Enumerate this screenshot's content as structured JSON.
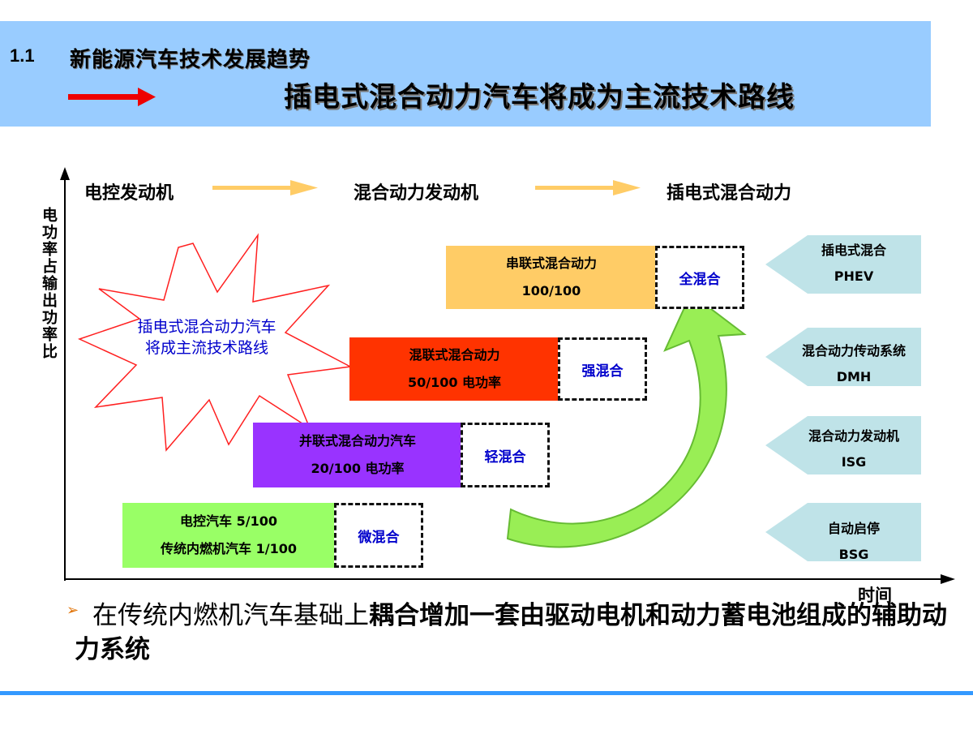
{
  "header": {
    "section_number": "1.1",
    "section_title": "新能源汽车技术发展趋势",
    "main_title": "插电式混合动力汽车将成为主流技术路线"
  },
  "diagram": {
    "stages": [
      "电控发动机",
      "混合动力发动机",
      "插电式混合动力"
    ],
    "y_axis_label": "电功率占输出功率比",
    "x_axis_label": "时间",
    "burst_text": [
      "插电式混合动力汽车",
      "将成主流技术路线"
    ],
    "levels": [
      {
        "lines": [
          "电控汽车 5/100",
          "传统内燃机汽车 1/100"
        ],
        "color": "#99FF66",
        "tag": "微混合"
      },
      {
        "lines": [
          "并联式混合动力汽车",
          "20/100 电功率"
        ],
        "color": "#9933FF",
        "tag": "轻混合"
      },
      {
        "lines": [
          "混联式混合动力",
          "50/100 电功率"
        ],
        "color": "#FF3300",
        "tag": "强混合"
      },
      {
        "lines": [
          "串联式混合动力",
          "100/100"
        ],
        "color": "#FFCC66",
        "tag": "全混合"
      }
    ],
    "technologies": [
      {
        "lines": [
          "插电式混合",
          "PHEV"
        ]
      },
      {
        "lines": [
          "混合动力传动系统",
          "DMH"
        ]
      },
      {
        "lines": [
          "混合动力发动机",
          "ISG"
        ]
      },
      {
        "lines": [
          "自动启停",
          "BSG"
        ]
      }
    ]
  },
  "bullet": {
    "normal": "在传统内燃机汽车基础上",
    "bold": "耦合增加一套由驱动电机和动力蓄电池组成的辅助动力系统"
  },
  "colors": {
    "header_bg": "#99CCFF",
    "accent_arrow": "#EE0000",
    "footer_line": "#3399FF",
    "tag_text": "#0000CC",
    "tech_bg": "#BFE3E8"
  }
}
